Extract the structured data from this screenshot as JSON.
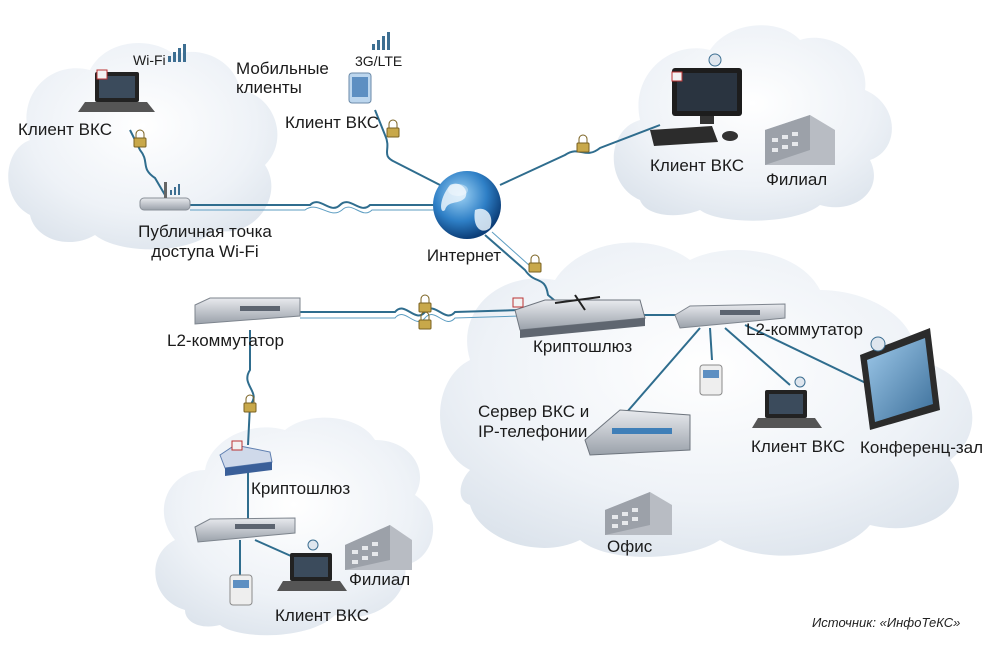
{
  "labels": {
    "tl_client": "Клиент ВКС",
    "wifi": "Wi-Fi",
    "mobile_clients": "Мобильные клиенты",
    "lte": "3G/LTE",
    "mobile_client": "Клиент ВКС",
    "ap_line1": "Публичная точка",
    "ap_line2": "доступа Wi-Fi",
    "internet": "Интернет",
    "tr_client": "Клиент ВКС",
    "tr_branch": "Филиал",
    "l2_left": "L2-коммутатор",
    "crypto_main": "Криптошлюз",
    "l2_right": "L2-коммутатор",
    "server_line1": "Сервер ВКС и",
    "server_line2": "IP-телефонии",
    "office_client": "Клиент ВКС",
    "conference": "Конференц-зал",
    "office": "Офис",
    "crypto_branch": "Криптошлюз",
    "bl_branch": "Филиал",
    "bl_client": "Клиент ВКС",
    "source": "Источник: «ИнфоТеКС»"
  },
  "colors": {
    "cloud": "#e9eef4",
    "link": "#2f6d8e",
    "lock": "#c8a84a"
  }
}
